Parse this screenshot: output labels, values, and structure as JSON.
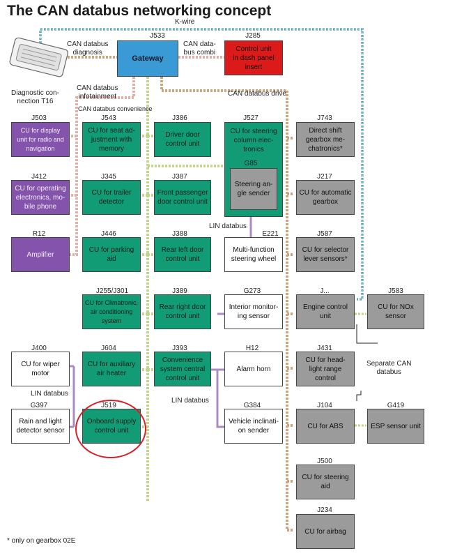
{
  "title": "The CAN databus networking concept",
  "labels": {
    "k_wire": "K-wire",
    "can_diagnosis": "CAN databus\ndiagnosis",
    "can_combi": "CAN data-\nbus combi",
    "diag_connection": "Diagnostic con-\nnection T16",
    "can_infotainment": "CAN databus\ninfotainment",
    "can_convenience": "CAN databus convenience",
    "can_drive": "CAN databus drive",
    "lin_top": "LIN databus",
    "lin_left": "LIN databus",
    "lin_mid": "LIN databus",
    "separate_can": "Separate CAN\ndatabus",
    "footnote": "* only on gearbox 02E"
  },
  "units": {
    "gateway": {
      "code": "J533",
      "text": "Gateway"
    },
    "dash": {
      "code": "J285",
      "text": "Control unit\nin dash panel\ninsert"
    },
    "j503": {
      "code": "J503",
      "text": "CU for display\nunit for radio and\nnavigation"
    },
    "j412": {
      "code": "J412",
      "text": "CU for operating\nelectronics, mo-\nbile phone"
    },
    "r12": {
      "code": "R12",
      "text": "Amplifier"
    },
    "j543": {
      "code": "J543",
      "text": "CU for seat ad-\njustment with\nmemory"
    },
    "j345": {
      "code": "J345",
      "text": "CU for trailer\ndetector"
    },
    "j446": {
      "code": "J446",
      "text": "CU for parking\naid"
    },
    "j255": {
      "code": "J255/J301",
      "text": "CU for Climatronic,\nair conditioning\nsystem"
    },
    "j604": {
      "code": "J604",
      "text": "CU for auxiliary\nair heater"
    },
    "j519": {
      "code": "J519",
      "text": "Onboard supply\ncontrol unit"
    },
    "j386": {
      "code": "J386",
      "text": "Driver door\ncontrol unit"
    },
    "j387": {
      "code": "J387",
      "text": "Front passenger\ndoor control unit"
    },
    "j388": {
      "code": "J388",
      "text": "Rear left door\ncontrol unit"
    },
    "j389": {
      "code": "J389",
      "text": "Rear right door\ncontrol unit"
    },
    "j393": {
      "code": "J393",
      "text": "Convenience\nsystem central\ncontrol unit"
    },
    "j527": {
      "code": "J527",
      "text": "CU for steering\ncolumn elec-\ntronics"
    },
    "g85": {
      "code": "G85",
      "text": "Steering an-\ngle sender"
    },
    "e221": {
      "code": "E221",
      "text": "Multi-function\nsteering wheel"
    },
    "g273": {
      "code": "G273",
      "text": "Interior monitor-\ning sensor"
    },
    "h12": {
      "code": "H12",
      "text": "Alarm horn"
    },
    "g384": {
      "code": "G384",
      "text": "Vehicle inclinati-\non sender"
    },
    "j400": {
      "code": "J400",
      "text": "CU for wiper\nmotor"
    },
    "g397": {
      "code": "G397",
      "text": "Rain and light\ndetector sensor"
    },
    "j743": {
      "code": "J743",
      "text": "Direct shift\ngearbox me-\nchatronics*"
    },
    "j217": {
      "code": "J217",
      "text": "CU for automatic\ngearbox"
    },
    "j587": {
      "code": "J587",
      "text": "CU for selector\nlever sensors*"
    },
    "engine": {
      "code": "J...",
      "text": "Engine control\nunit"
    },
    "j583": {
      "code": "J583",
      "text": "CU for NOx\nsensor"
    },
    "j431": {
      "code": "J431",
      "text": "CU for head-\nlight range\ncontrol"
    },
    "j104": {
      "code": "J104",
      "text": "CU for ABS"
    },
    "g419": {
      "code": "G419",
      "text": "ESP sensor unit"
    },
    "j500": {
      "code": "J500",
      "text": "CU for steering\naid"
    },
    "j234": {
      "code": "J234",
      "text": "CU for airbag"
    }
  },
  "colors": {
    "green_unit": "#119c76",
    "purple_unit": "#8453ab",
    "gray_unit": "#9b9b9b",
    "red_unit": "#dc1a1a",
    "gateway_blue": "#3a9ad6",
    "k_wire": "#86c3d0",
    "can_convenience": "#c4d48c",
    "can_drive": "#c9a580",
    "can_infotainment": "#e2b0a8",
    "lin_databus": "#a98bc0",
    "highlight_circle": "#d6202a"
  }
}
